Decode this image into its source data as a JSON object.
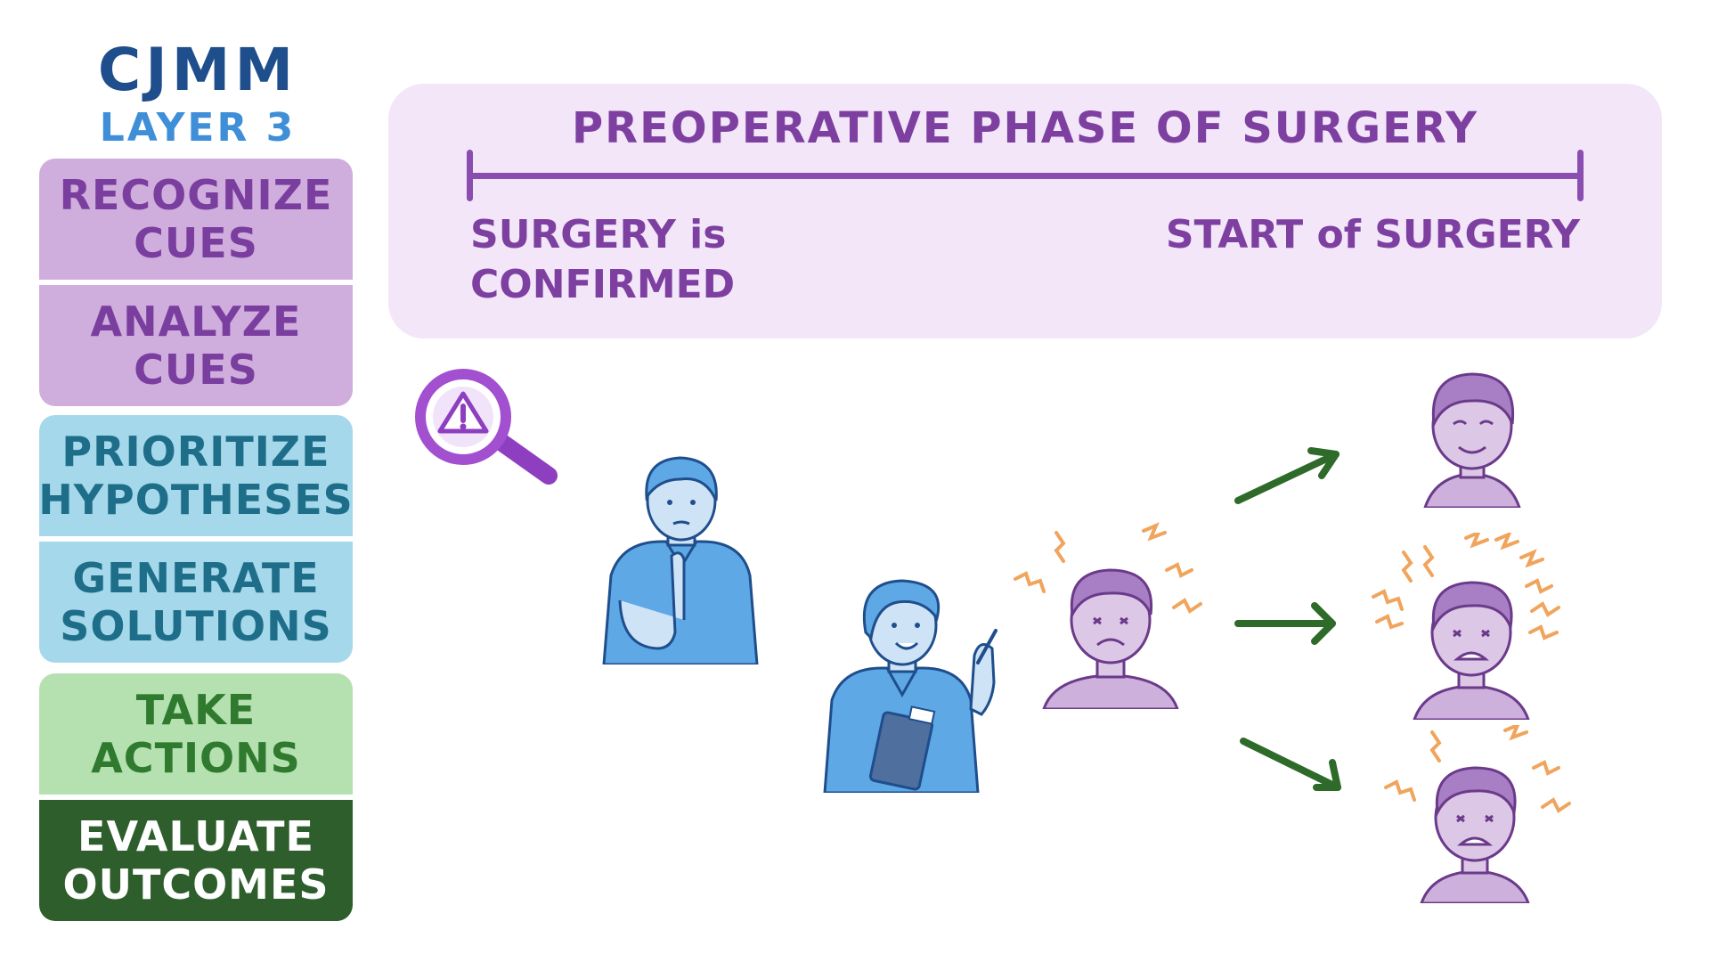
{
  "brand": {
    "title": "CJMM",
    "subtitle": "LAYER 3"
  },
  "steps": [
    {
      "label": "RECOGNIZE\nCUES"
    },
    {
      "label": "ANALYZE\nCUES"
    },
    {
      "label": "PRIORITIZE\nHYPOTHESES"
    },
    {
      "label": "GENERATE\nSOLUTIONS"
    },
    {
      "label": "TAKE\nACTIONS"
    },
    {
      "label": "EVALUATE\nOUTCOMES"
    }
  ],
  "timeline": {
    "title": "PREOPERATIVE PHASE OF SURGERY",
    "start_label": "SURGERY is\nCONFIRMED",
    "end_label": "START of SURGERY"
  },
  "colors": {
    "purple_accent": "#7d3fa0",
    "arrow_green": "#2e6b2a",
    "skin_blue": "#cfe3f7",
    "patient_purple": "#cdb0dc",
    "stress_orange": "#f0a45c"
  },
  "icons": [
    "magnifier-warning-icon",
    "thinking-nurse",
    "nurse-with-clipboard",
    "anxious-patient",
    "calm-patient",
    "more-anxious-patient"
  ]
}
